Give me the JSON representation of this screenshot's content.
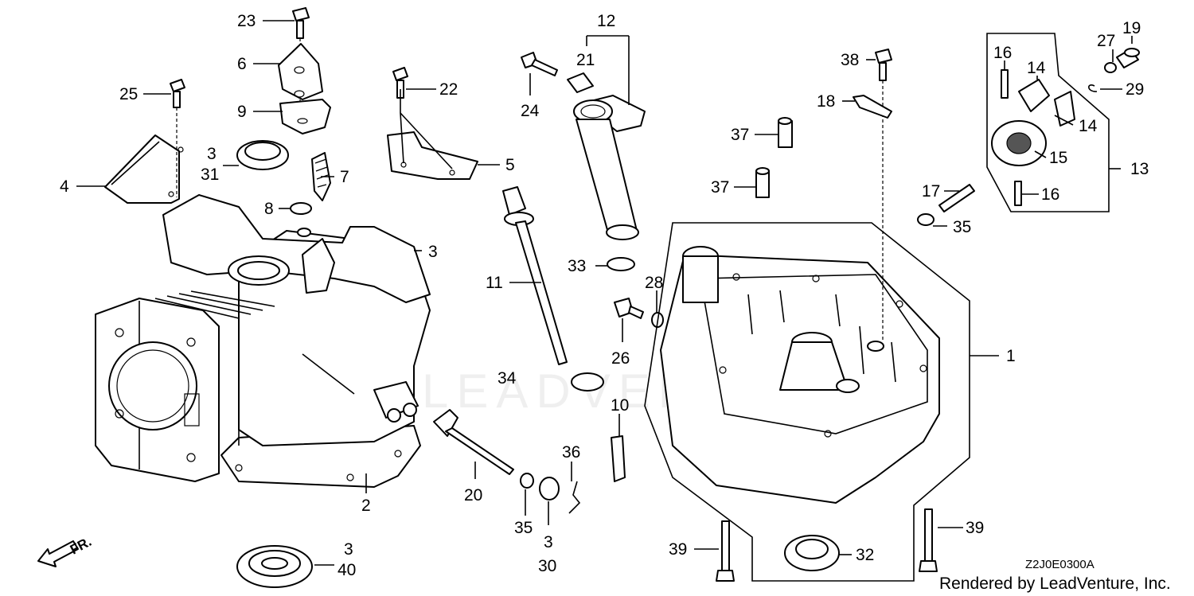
{
  "diagram": {
    "code": "Z2J0E0300A",
    "credit": "Rendered by LeadVenture, Inc.",
    "front_marker": "FR.",
    "watermark": "LEADVENTURE"
  },
  "callouts": [
    {
      "id": "c23",
      "text": "23"
    },
    {
      "id": "c6",
      "text": "6"
    },
    {
      "id": "c9",
      "text": "9"
    },
    {
      "id": "c25",
      "text": "25"
    },
    {
      "id": "c3a",
      "text": "3"
    },
    {
      "id": "c31",
      "text": "31"
    },
    {
      "id": "c7",
      "text": "7"
    },
    {
      "id": "c4",
      "text": "4"
    },
    {
      "id": "c8",
      "text": "8"
    },
    {
      "id": "c22",
      "text": "22"
    },
    {
      "id": "c5",
      "text": "5"
    },
    {
      "id": "c12",
      "text": "12"
    },
    {
      "id": "c21",
      "text": "21"
    },
    {
      "id": "c24",
      "text": "24"
    },
    {
      "id": "c11",
      "text": "11"
    },
    {
      "id": "c33",
      "text": "33"
    },
    {
      "id": "c28",
      "text": "28"
    },
    {
      "id": "c26",
      "text": "26"
    },
    {
      "id": "c34",
      "text": "34"
    },
    {
      "id": "c10",
      "text": "10"
    },
    {
      "id": "c36",
      "text": "36"
    },
    {
      "id": "c20",
      "text": "20"
    },
    {
      "id": "c35a",
      "text": "35"
    },
    {
      "id": "c3b",
      "text": "3"
    },
    {
      "id": "c30",
      "text": "30"
    },
    {
      "id": "c3c",
      "text": "3"
    },
    {
      "id": "c40",
      "text": "40"
    },
    {
      "id": "c2",
      "text": "2"
    },
    {
      "id": "c3d",
      "text": "3"
    },
    {
      "id": "c38",
      "text": "38"
    },
    {
      "id": "c18",
      "text": "18"
    },
    {
      "id": "c37a",
      "text": "37"
    },
    {
      "id": "c37b",
      "text": "37"
    },
    {
      "id": "c17",
      "text": "17"
    },
    {
      "id": "c35b",
      "text": "35"
    },
    {
      "id": "c1",
      "text": "1"
    },
    {
      "id": "c39a",
      "text": "39"
    },
    {
      "id": "c39b",
      "text": "39"
    },
    {
      "id": "c32",
      "text": "32"
    },
    {
      "id": "c16a",
      "text": "16"
    },
    {
      "id": "c14a",
      "text": "14"
    },
    {
      "id": "c14b",
      "text": "14"
    },
    {
      "id": "c15",
      "text": "15"
    },
    {
      "id": "c16b",
      "text": "16"
    },
    {
      "id": "c13",
      "text": "13"
    },
    {
      "id": "c27",
      "text": "27"
    },
    {
      "id": "c19",
      "text": "19"
    },
    {
      "id": "c29",
      "text": "29"
    }
  ]
}
